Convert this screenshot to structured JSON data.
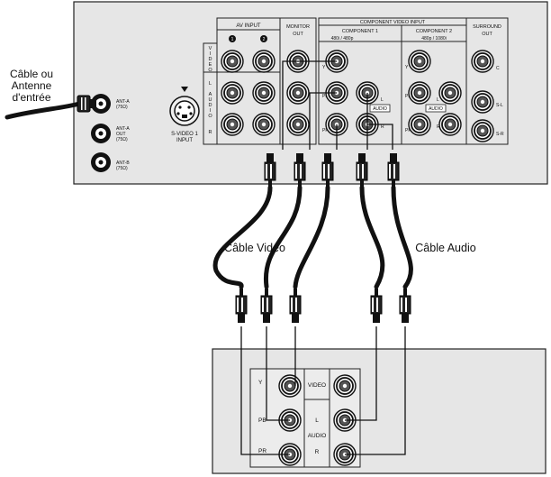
{
  "coax_label_line1": "Câble ou",
  "coax_label_line2": "Antenne",
  "coax_label_line3": "d'entrée",
  "video_cable_label": "Câble Vidéo",
  "audio_cable_label": "Câble Audio",
  "tv": {
    "av_input": "AV INPUT",
    "av_num1": "1",
    "av_num2": "2",
    "monitor_out_line1": "MONITOR",
    "monitor_out_line2": "OUT",
    "component_video_input": "COMPONENT VIDEO INPUT",
    "component1": "COMPONENT 1",
    "component1_res": "480i / 480p",
    "component2": "COMPONENT 2",
    "component2_res": "480p / 1080i",
    "surround_out_line1": "SURROUND",
    "surround_out_line2": "OUT",
    "video_vertical": [
      "V",
      "I",
      "D",
      "E",
      "O"
    ],
    "audio_vertical": [
      "L",
      "",
      "A",
      "U",
      "D",
      "I",
      "O",
      "",
      "R"
    ],
    "y_label": "Y",
    "pb_label": "PB",
    "pr_label": "PR",
    "l_label": "L",
    "r_label": "R",
    "audio_small": "AUDIO",
    "center_label": "C",
    "sl_label": "S-L",
    "sr_label": "S-R",
    "svideo_line1": "S-VIDEO 1",
    "svideo_line2": "INPUT",
    "ant_a_in": "ANT-A",
    "ant_a_in_ohm": "(75Ω)",
    "ant_a_out_line1": "ANT-A",
    "ant_a_out_line2": "OUT",
    "ant_a_out_ohm": "(75Ω)",
    "ant_b": "ANT-B",
    "ant_b_ohm": "(75Ω)"
  },
  "source": {
    "y_label": "Y",
    "pb_label": "PB",
    "pr_label": "PR",
    "video_label": "VIDEO",
    "audio_vertical": [
      "L",
      "",
      "AUDIO",
      "",
      "R"
    ]
  }
}
